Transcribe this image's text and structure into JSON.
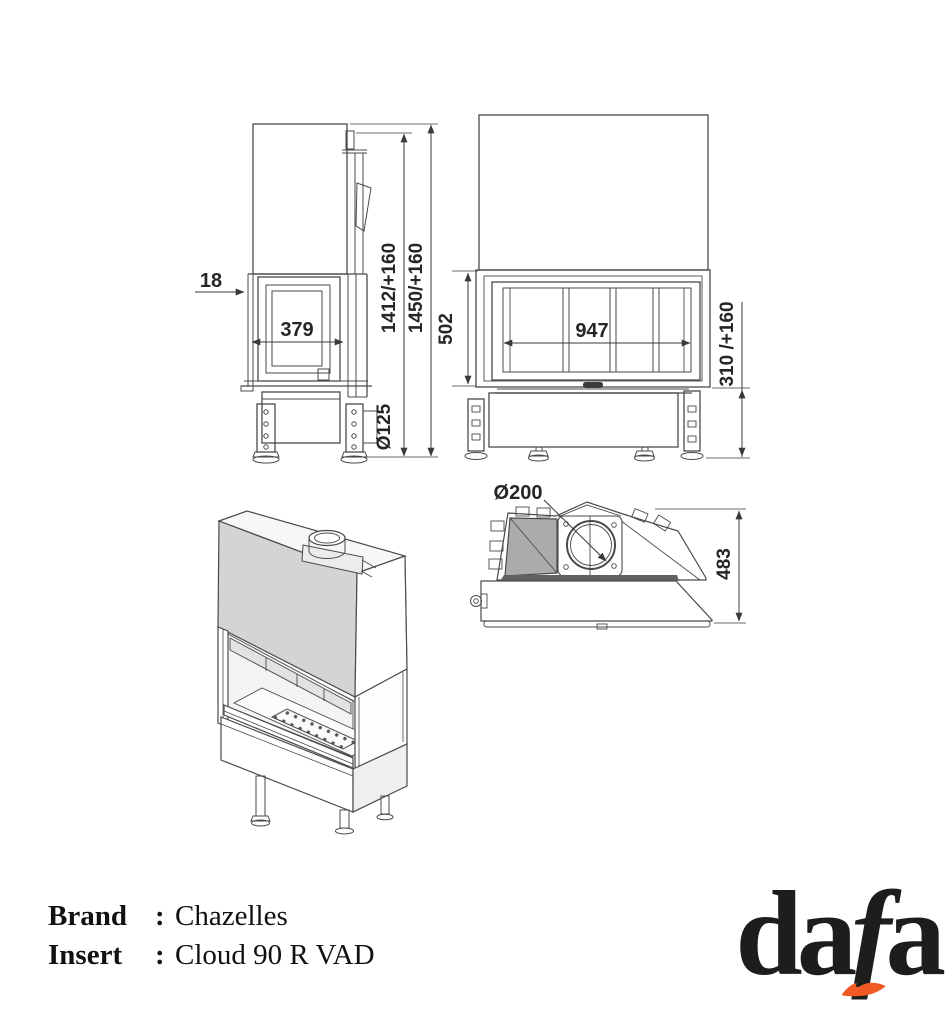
{
  "document": {
    "background": "#ffffff",
    "line_color": "#4a4a4a",
    "text_color": "#262626"
  },
  "views": {
    "side": {
      "name": "side-profile-view",
      "dims": {
        "glass_offset": "18",
        "depth": "379",
        "height_to_collar": "1412/+160",
        "height_total": "1450/+160",
        "foot_diameter": "Ø125"
      }
    },
    "front": {
      "name": "front-view",
      "dims": {
        "glass_height": "502",
        "glass_width": "947",
        "base_height": "310 /+160"
      }
    },
    "top": {
      "name": "top-view",
      "dims": {
        "flue_diameter": "Ø200",
        "depth": "483"
      }
    },
    "perspective": {
      "name": "perspective-view"
    }
  },
  "footer": {
    "rows": [
      {
        "label": "Brand",
        "sep": ":",
        "value": "Chazelles"
      },
      {
        "label": "Insert",
        "sep": ":",
        "value": "Cloud 90 R VAD"
      }
    ]
  },
  "logo": {
    "part1": "da",
    "part2": "f",
    "part3": "a",
    "accent_color": "#f15a24"
  }
}
